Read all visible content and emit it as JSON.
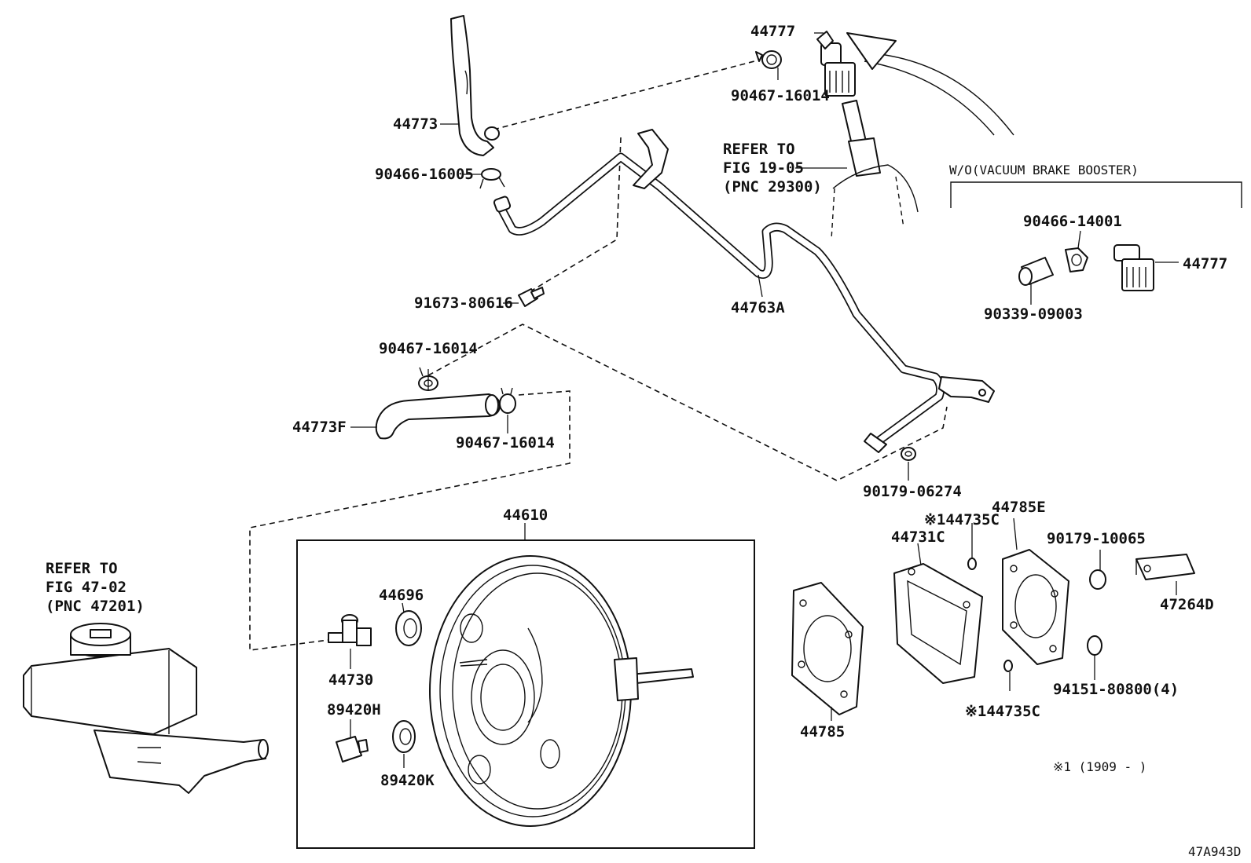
{
  "labels": {
    "p44777_top": "44777",
    "p90467_16014_top": "90467-16014",
    "p44773": "44773",
    "p90466_16005": "90466-16005",
    "refer_19_l1": "REFER TO",
    "refer_19_l2": "FIG 19-05",
    "refer_19_l3": "(PNC 29300)",
    "wo_title": "W/O(VACUUM BRAKE BOOSTER)",
    "p90466_14001": "90466-14001",
    "p44777_right": "44777",
    "p90339_09003": "90339-09003",
    "p91673_80616": "91673-80616",
    "p44763A": "44763A",
    "p90467_16014_mid": "90467-16014",
    "p44773F": "44773F",
    "p90467_16014_low": "90467-16014",
    "p90179_06274": "90179-06274",
    "p44610": "44610",
    "refer_47_l1": "REFER TO",
    "refer_47_l2": "FIG 47-02",
    "refer_47_l3": "(PNC 47201)",
    "p44696": "44696",
    "p44730": "44730",
    "p89420H": "89420H",
    "p89420K": "89420K",
    "p44735C_top": "※144735C",
    "p44785E": "44785E",
    "p44731C": "44731C",
    "p90179_10065": "90179-10065",
    "p47264D": "47264D",
    "p94151": "94151-80800(4)",
    "p44735C_bot": "※144735C",
    "p44785": "44785",
    "footnote": "※1 (1909 -       )",
    "figure_code": "47A943D"
  }
}
